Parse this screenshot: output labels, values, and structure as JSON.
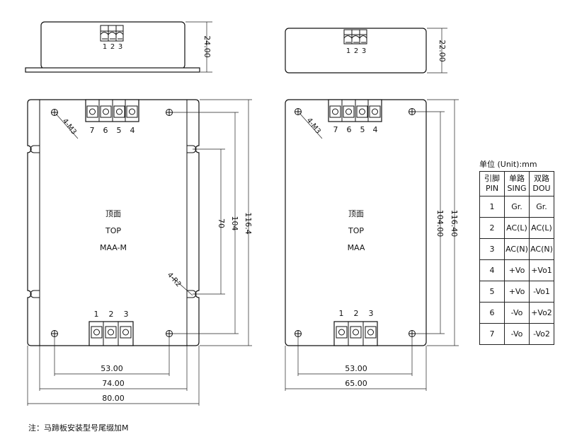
{
  "units_label": "单位 (Unit):mm",
  "note": "注：马蹄板安装型号尾缀加M",
  "left": {
    "top_label": "顶面",
    "top_label_en": "TOP",
    "model": "MAA-M",
    "pins_side": [
      "1",
      "2",
      "3"
    ],
    "pins_top": [
      "7",
      "6",
      "5",
      "4"
    ],
    "pins_bottom": [
      "1",
      "2",
      "3"
    ],
    "hole_label": "4-M3",
    "radius_label": "4-R2",
    "dim_height_side": "24.00",
    "dim_70": "70",
    "dim_104": "104",
    "dim_116": "116.4",
    "dim_53": "53.00",
    "dim_74": "74.00",
    "dim_80": "80.00"
  },
  "right": {
    "top_label": "顶面",
    "top_label_en": "TOP",
    "model": "MAA",
    "pins_side": [
      "1",
      "2",
      "3"
    ],
    "pins_top": [
      "7",
      "6",
      "5",
      "4"
    ],
    "pins_bottom": [
      "1",
      "2",
      "3"
    ],
    "hole_label": "4-M3",
    "dim_height_side": "22.00",
    "dim_104": "104.00",
    "dim_116": "116.40",
    "dim_53": "53.00",
    "dim_65": "65.00"
  },
  "table": {
    "header": [
      [
        "引脚",
        "PIN"
      ],
      [
        "单路",
        "SING"
      ],
      [
        "双路",
        "DOU"
      ]
    ],
    "rows": [
      [
        "1",
        "Gr.",
        "Gr."
      ],
      [
        "2",
        "AC(L)",
        "AC(L)"
      ],
      [
        "3",
        "AC(N)",
        "AC(N)"
      ],
      [
        "4",
        "+Vo",
        "+Vo1"
      ],
      [
        "5",
        "+Vo",
        "-Vo1"
      ],
      [
        "6",
        "-Vo",
        "+Vo2"
      ],
      [
        "7",
        "-Vo",
        "-Vo2"
      ]
    ]
  }
}
